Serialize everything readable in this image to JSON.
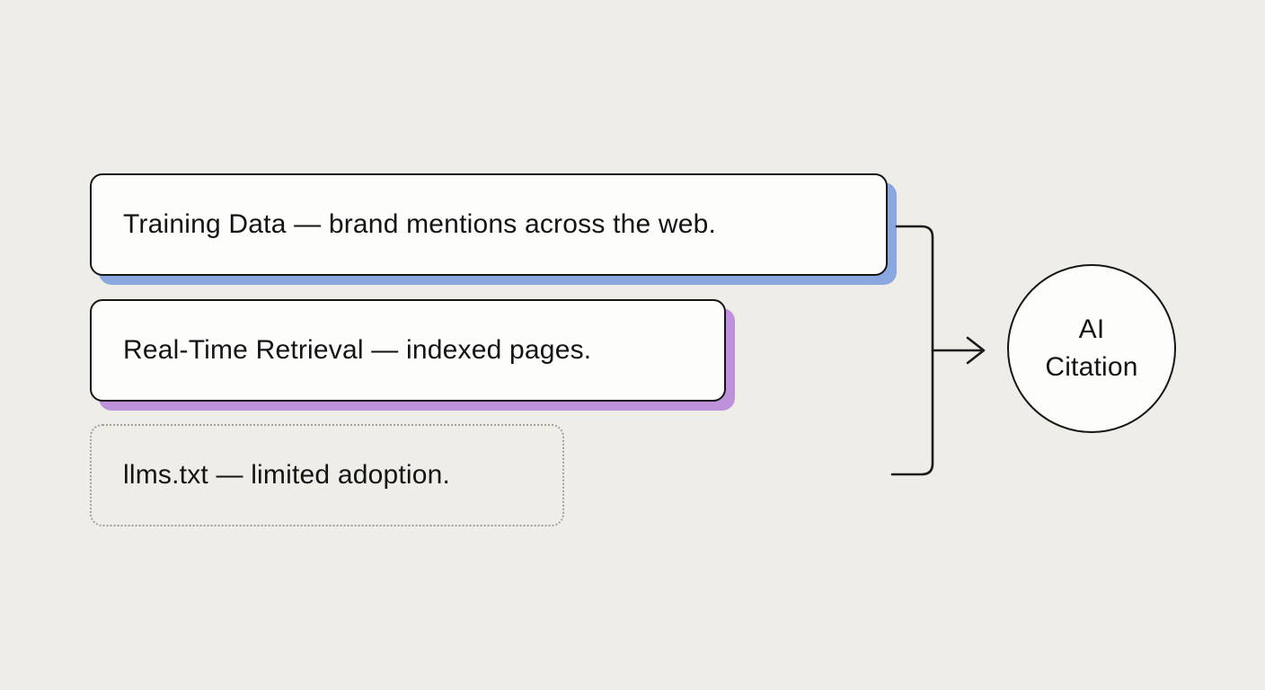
{
  "diagram": {
    "title": "AI citation sources diagram",
    "background_color": "#efede8",
    "boxes": [
      {
        "id": "training-data",
        "label": "Training Data — brand mentions across the web.",
        "border_style": "solid",
        "shadow_color": "#8ba7e0"
      },
      {
        "id": "real-time-retrieval",
        "label": "Real-Time Retrieval — indexed pages.",
        "border_style": "solid",
        "shadow_color": "#bd92da"
      },
      {
        "id": "llms-txt",
        "label": "llms.txt — limited adoption.",
        "border_style": "dotted",
        "shadow_color": null
      }
    ],
    "node": {
      "id": "ai-citation",
      "line1": "AI",
      "line2": "Citation",
      "shape": "circle"
    },
    "connector": {
      "type": "bracket-with-arrow",
      "color": "#1a1a1a"
    }
  }
}
